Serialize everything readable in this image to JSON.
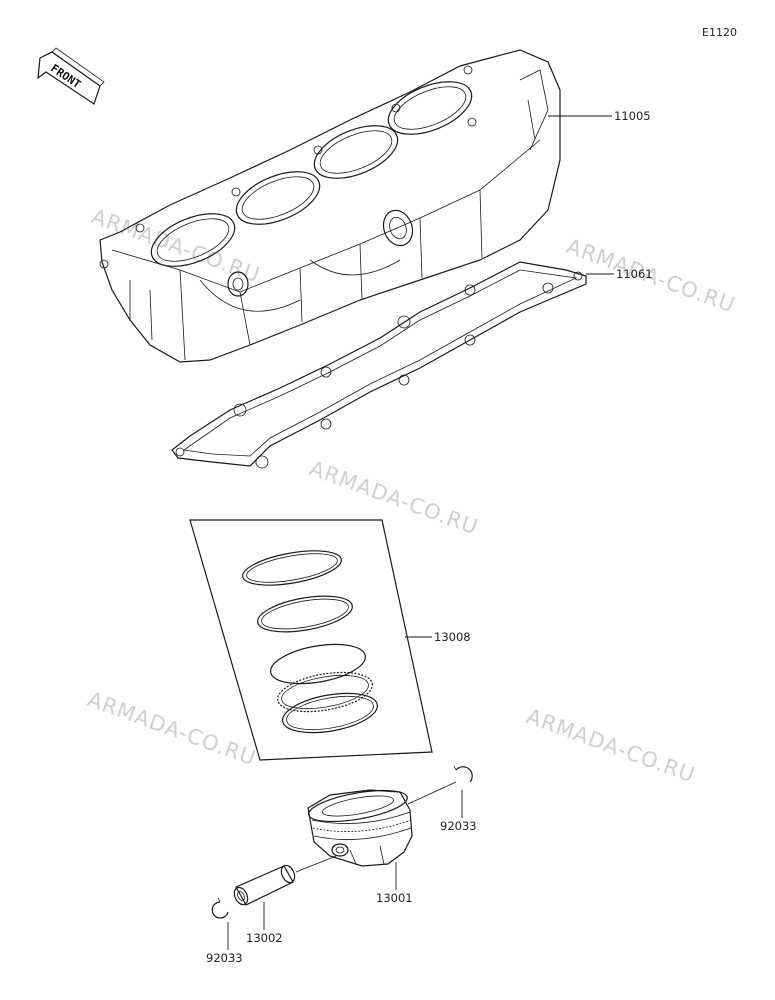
{
  "diagram_code": "E1120",
  "front_label": "FRONT",
  "watermark": "ARMADA-CO.RU",
  "parts": {
    "cylinder": "11005",
    "gasket": "11061",
    "ring_set": "13008",
    "piston": "13001",
    "pin": "13002",
    "clip_right": "92033",
    "clip_left": "92033"
  }
}
